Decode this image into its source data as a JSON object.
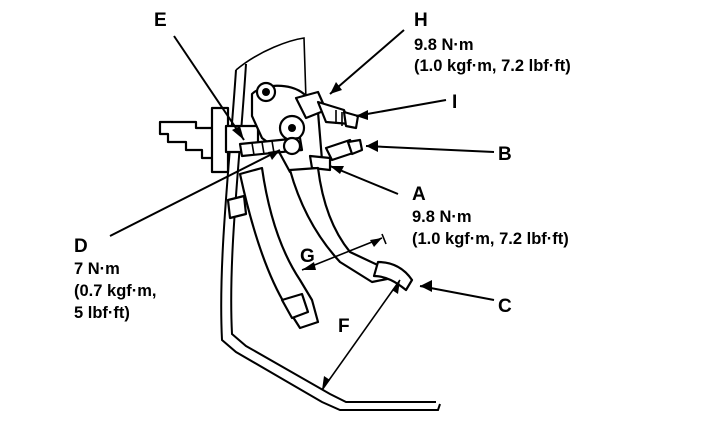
{
  "callouts": {
    "A": {
      "letter": "A",
      "torque_nm": "9.8 N·m",
      "torque_alt": "(1.0 kgf·m, 7.2 lbf·ft)"
    },
    "B": {
      "letter": "B"
    },
    "C": {
      "letter": "C"
    },
    "D": {
      "letter": "D",
      "torque_nm": "7 N·m",
      "torque_alt_1": "(0.7 kgf·m,",
      "torque_alt_2": "5 lbf·ft)"
    },
    "E": {
      "letter": "E"
    },
    "F": {
      "letter": "F"
    },
    "G": {
      "letter": "G"
    },
    "H": {
      "letter": "H",
      "torque_nm": "9.8 N·m",
      "torque_alt": "(1.0 kgf·m, 7.2 lbf·ft)"
    },
    "I": {
      "letter": "I"
    }
  }
}
